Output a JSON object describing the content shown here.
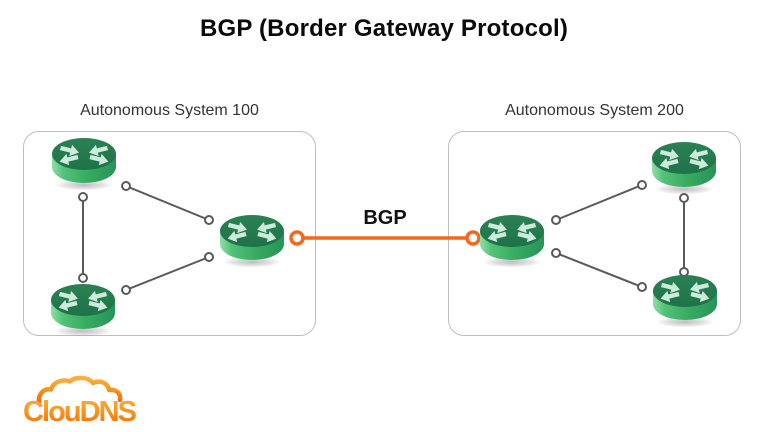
{
  "title": "BGP (Border Gateway Protocol)",
  "diagram": {
    "bgp_link": {
      "label": "BGP",
      "color": "#F4671D",
      "from": "AS100 border router",
      "to": "AS200 border router"
    },
    "autonomous_systems": [
      {
        "label": "Autonomous System 100",
        "router_count": 3
      },
      {
        "label": "Autonomous System 200",
        "router_count": 3
      }
    ]
  },
  "logo": {
    "text": "ClouDNS"
  },
  "colors": {
    "router_top": "#26784E",
    "router_side": "#3CB066",
    "router_arrow": "#CDEBDB",
    "link_gray": "#58595B",
    "bgp_orange": "#F4671D",
    "box_border": "#BEBEBE",
    "logo_orange": "#F7941E",
    "title_text": "#0A0A0A",
    "background": "#FFFFFF"
  }
}
